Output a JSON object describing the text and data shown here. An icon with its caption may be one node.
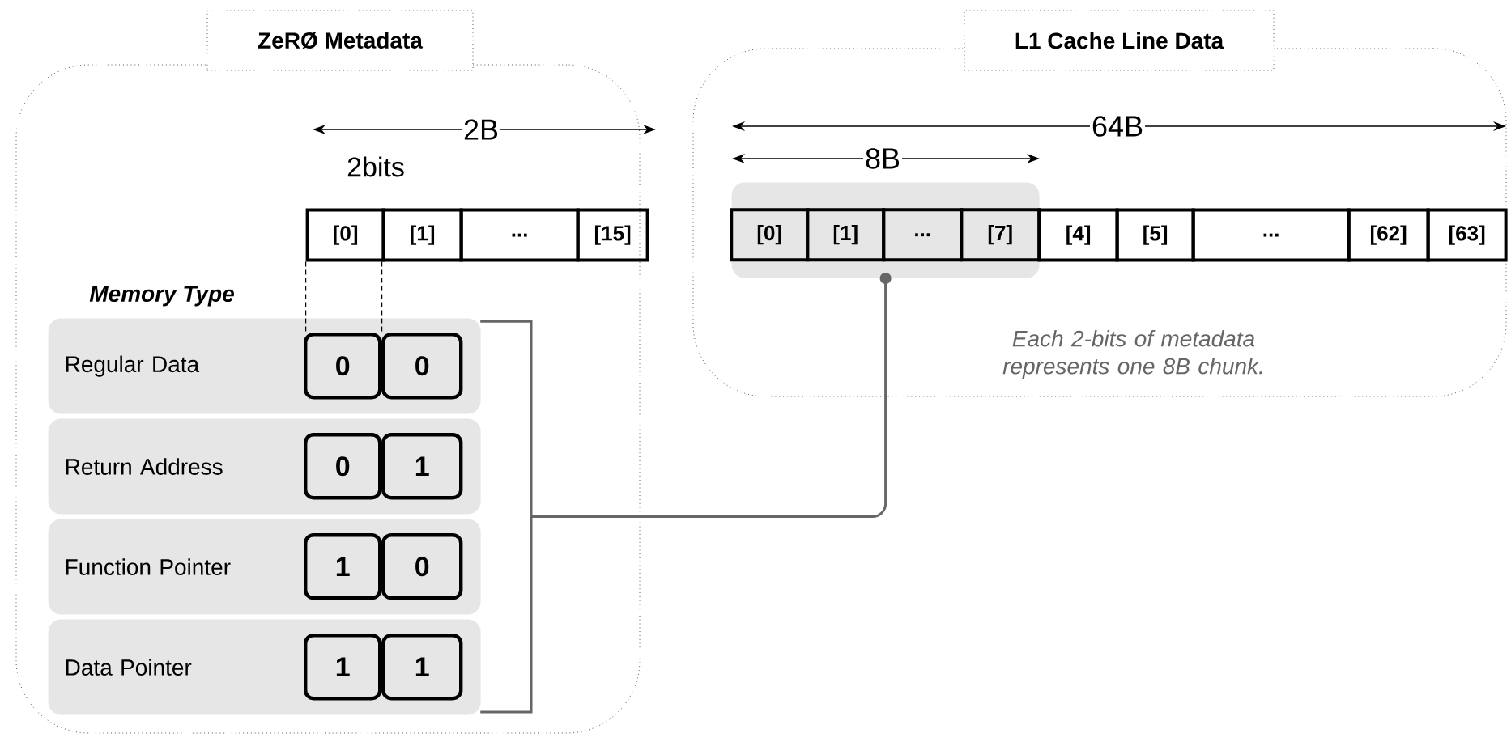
{
  "diagram": {
    "nodes": [
      {
        "text": [
          "ZeRØ Metadata"
        ]
      },
      {
        "text": [
          "[0]"
        ],
        "in": 0
      },
      {
        "text": [
          "[1]"
        ],
        "in": 0
      },
      {
        "text": [
          "..."
        ],
        "in": 0
      },
      {
        "text": [
          "[15]"
        ],
        "in": 0
      },
      {
        "text": [
          "Regular Data"
        ],
        "in": 0
      },
      {
        "text": [
          "0"
        ],
        "in": 5
      },
      {
        "text": [
          "0"
        ],
        "in": 5
      },
      {
        "text": [
          "Return Address"
        ],
        "in": 0
      },
      {
        "text": [
          "0"
        ],
        "in": 8
      },
      {
        "text": [
          "1"
        ],
        "in": 8
      },
      {
        "text": [
          "Function Pointer"
        ],
        "in": 0
      },
      {
        "text": [
          "1"
        ],
        "in": 11
      },
      {
        "text": [
          "0"
        ],
        "in": 11
      },
      {
        "text": [
          "Data Pointer"
        ],
        "in": 0
      },
      {
        "text": [
          "1"
        ],
        "in": 14
      },
      {
        "text": [
          "1"
        ],
        "in": 14
      },
      {
        "text": [
          "L1 Cache Line Data"
        ]
      },
      {
        "text": [],
        "shape": "box",
        "in": 17
      },
      {
        "text": [
          "[0]"
        ],
        "in": 18
      },
      {
        "text": [
          "[1]"
        ],
        "in": 18
      },
      {
        "text": [
          "..."
        ],
        "in": 18
      },
      {
        "text": [
          "[7]"
        ],
        "in": 18
      },
      {
        "text": [
          "[4]"
        ],
        "in": 17
      },
      {
        "text": [
          "[5]"
        ],
        "in": 17
      },
      {
        "text": [
          "..."
        ],
        "in": 17
      },
      {
        "text": [
          "[62]"
        ],
        "in": 17
      },
      {
        "text": [
          "[63]"
        ],
        "in": 17
      },
      {
        "text": [],
        "shape": "bar",
        "in": 0
      }
    ],
    "edges": [
      {
        "from": 1,
        "to": 6,
        "arrow": "none",
        "style": "dashed"
      },
      {
        "from": 2,
        "to": 7,
        "arrow": "none",
        "style": "dashed"
      },
      {
        "from": 28,
        "to": 18,
        "arrow": "other",
        "color": "#666666"
      }
    ],
    "labels": [
      "2B",
      "2bits",
      "Memory Type",
      "64B",
      "8B",
      "Each 2-bits of metadata represents one 8B chunk."
    ]
  }
}
